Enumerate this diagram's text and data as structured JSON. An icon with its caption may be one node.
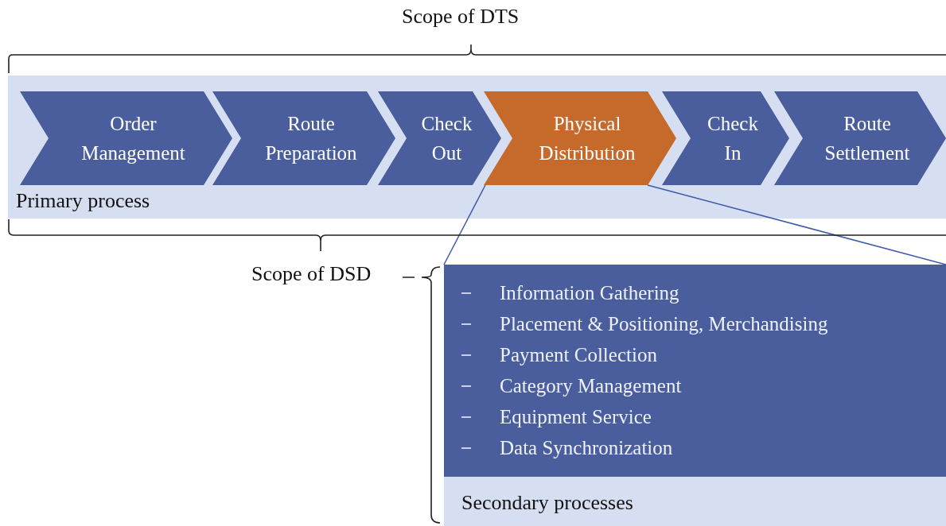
{
  "diagram": {
    "nodes": [
      {
        "text": [
          "Primary process"
        ]
      },
      {
        "text": [
          "Order Management"
        ],
        "in": 0
      },
      {
        "text": [
          "Route Preparation"
        ],
        "in": 0
      },
      {
        "text": [
          "Check Out"
        ],
        "in": 0
      },
      {
        "text": [
          "Physical Distribution"
        ],
        "in": 0
      },
      {
        "text": [
          "Check In"
        ],
        "in": 0
      },
      {
        "text": [
          "Route Settlement"
        ],
        "in": 0
      },
      {
        "text": [
          "Secondary processes"
        ]
      },
      {
        "text": [
          "Information Gathering",
          "Placement & Positioning, Merchandising",
          "Payment Collection",
          "Category Management",
          "Equipment Service",
          "Data Synchronization"
        ],
        "in": 7
      }
    ],
    "edges": [
      {
        "from": 4,
        "to": 7,
        "arrow": "none"
      },
      {
        "from": 4,
        "to": 7,
        "arrow": "none"
      }
    ],
    "labels": [
      "Scope of DTS",
      "Scope of DSD"
    ]
  }
}
